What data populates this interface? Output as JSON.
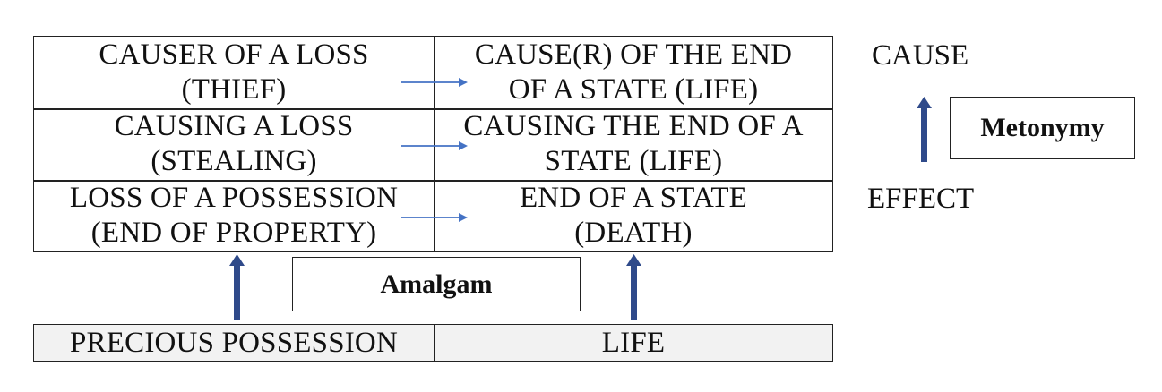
{
  "grid": {
    "rows": [
      {
        "left": "CAUSER OF A LOSS\n(THIEF)",
        "right": "CAUSE(R) OF THE END\nOF A STATE (LIFE)"
      },
      {
        "left": "CAUSING A LOSS\n(STEALING)",
        "right": "CAUSING THE END OF A\nSTATE (LIFE)"
      },
      {
        "left": "LOSS OF A POSSESSION\n(END OF PROPERTY)",
        "right": "END OF A STATE\n(DEATH)"
      }
    ]
  },
  "inputs": {
    "left": "PRECIOUS POSSESSION",
    "right": "LIFE"
  },
  "amalgam_label": "Amalgam",
  "metonymy": {
    "label": "Metonymy",
    "top": "CAUSE",
    "bottom": "EFFECT"
  },
  "colors": {
    "thin_arrow": "#4472c4",
    "thick_arrow": "#2f4a8a",
    "border": "#222222",
    "input_fill": "#f2f2f2"
  }
}
